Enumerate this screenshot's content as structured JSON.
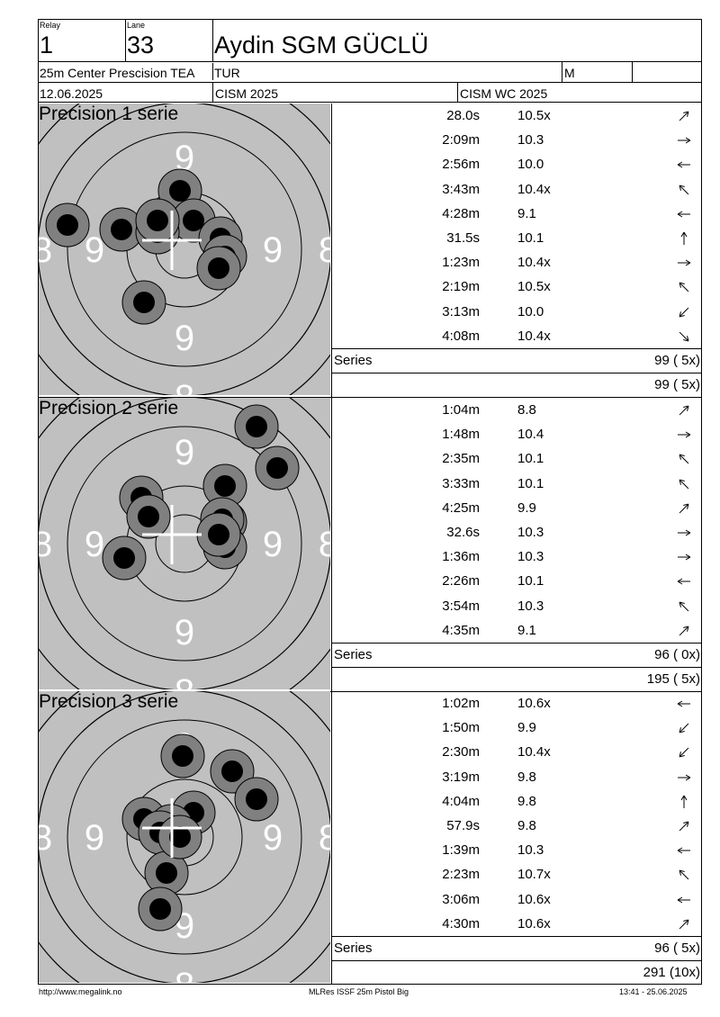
{
  "header": {
    "relay_label": "Relay",
    "relay_value": "1",
    "lane_label": "Lane",
    "lane_value": "33",
    "athlete_name": "Aydin SGM GÜCLÜ",
    "event": "25m Center Prescision TEA",
    "country": "TUR",
    "gender": "M",
    "date": "12.06.2025",
    "competition": "CISM 2025",
    "championship": "CISM WC 2025"
  },
  "target_ring_labels": {
    "nine": "9",
    "eight": "8"
  },
  "series_label": "Series",
  "series": [
    {
      "title": "Precision 1 serie",
      "shots": [
        {
          "time": "28.0s",
          "score": "10.5x",
          "dir": "ne"
        },
        {
          "time": "2:09m",
          "score": "10.3",
          "dir": "e"
        },
        {
          "time": "2:56m",
          "score": "10.0",
          "dir": "w"
        },
        {
          "time": "3:43m",
          "score": "10.4x",
          "dir": "nw"
        },
        {
          "time": "4:28m",
          "score": "9.1",
          "dir": "w"
        },
        {
          "time": "31.5s",
          "score": "10.1",
          "dir": "n"
        },
        {
          "time": "1:23m",
          "score": "10.4x",
          "dir": "e"
        },
        {
          "time": "2:19m",
          "score": "10.5x",
          "dir": "nw"
        },
        {
          "time": "3:13m",
          "score": "10.0",
          "dir": "sw"
        },
        {
          "time": "4:08m",
          "score": "10.4x",
          "dir": "se"
        }
      ],
      "series_total": "99 ( 5x)",
      "running_total": "99 ( 5x)"
    },
    {
      "title": "Precision 2 serie",
      "shots": [
        {
          "time": "1:04m",
          "score": "8.8",
          "dir": "ne"
        },
        {
          "time": "1:48m",
          "score": "10.4",
          "dir": "e"
        },
        {
          "time": "2:35m",
          "score": "10.1",
          "dir": "nw"
        },
        {
          "time": "3:33m",
          "score": "10.1",
          "dir": "nw"
        },
        {
          "time": "4:25m",
          "score": "9.9",
          "dir": "ne"
        },
        {
          "time": "32.6s",
          "score": "10.3",
          "dir": "e"
        },
        {
          "time": "1:36m",
          "score": "10.3",
          "dir": "e"
        },
        {
          "time": "2:26m",
          "score": "10.1",
          "dir": "w"
        },
        {
          "time": "3:54m",
          "score": "10.3",
          "dir": "nw"
        },
        {
          "time": "4:35m",
          "score": "9.1",
          "dir": "ne"
        }
      ],
      "series_total": "96 ( 0x)",
      "running_total": "195 ( 5x)"
    },
    {
      "title": "Precision 3 serie",
      "shots": [
        {
          "time": "1:02m",
          "score": "10.6x",
          "dir": "w"
        },
        {
          "time": "1:50m",
          "score": "9.9",
          "dir": "sw"
        },
        {
          "time": "2:30m",
          "score": "10.4x",
          "dir": "sw"
        },
        {
          "time": "3:19m",
          "score": "9.8",
          "dir": "e"
        },
        {
          "time": "4:04m",
          "score": "9.8",
          "dir": "n"
        },
        {
          "time": "57.9s",
          "score": "9.8",
          "dir": "ne"
        },
        {
          "time": "1:39m",
          "score": "10.3",
          "dir": "w"
        },
        {
          "time": "2:23m",
          "score": "10.7x",
          "dir": "nw"
        },
        {
          "time": "3:06m",
          "score": "10.6x",
          "dir": "w"
        },
        {
          "time": "4:30m",
          "score": "10.6x",
          "dir": "ne"
        }
      ],
      "series_total": "96 ( 5x)",
      "running_total": "291 (10x)"
    }
  ],
  "footer": {
    "url": "http://www.megalink.no",
    "software": "MLRes ISSF 25m Pistol Big",
    "timestamp": "13:41 - 25.06.2025"
  },
  "colors": {
    "target_bg": "#c0c0c0",
    "hole_outer": "#808080",
    "hole_inner": "#000000",
    "ring_line": "#000000",
    "label_white": "#ffffff"
  }
}
